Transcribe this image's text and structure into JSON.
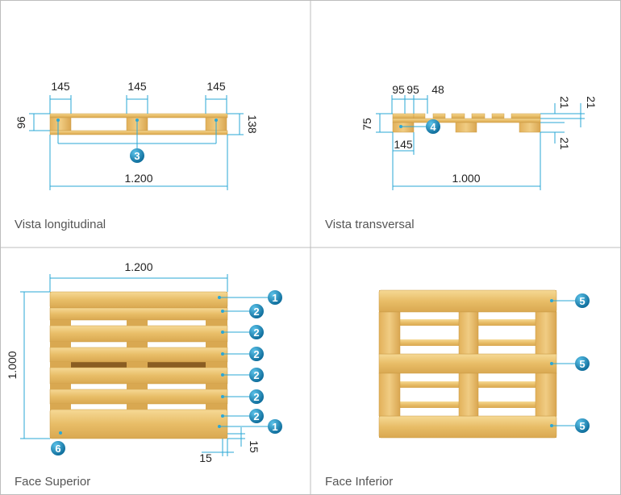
{
  "panels": {
    "longitudinal": {
      "title": "Vista longitudinal",
      "dims": {
        "block_a": "145",
        "block_b": "145",
        "block_c": "145",
        "height": "96",
        "total_height": "138",
        "length": "1.200"
      },
      "callout": "3"
    },
    "transversal": {
      "title": "Vista transversal",
      "dims": {
        "w1": "95",
        "w2": "95",
        "w3": "48",
        "height": "75",
        "block": "145",
        "length": "1.000",
        "t1": "21",
        "t2": "21",
        "t3": "21"
      },
      "callout": "4"
    },
    "superior": {
      "title": "Face Superior",
      "dims": {
        "length": "1.200",
        "width": "1.000",
        "offset_x": "15",
        "offset_y": "15"
      },
      "callouts": [
        "1",
        "2",
        "2",
        "2",
        "2",
        "2",
        "2",
        "1",
        "6"
      ]
    },
    "inferior": {
      "title": "Face Inferior",
      "callouts": [
        "5",
        "5",
        "5"
      ]
    }
  },
  "colors": {
    "wood_light": "#f2d08a",
    "wood_mid": "#e2b65e",
    "wood_dark": "#c99a45",
    "dimension_line": "#2aa7d6",
    "callout_fill": "#1a86b8",
    "panel_border": "#bdbdbd"
  }
}
